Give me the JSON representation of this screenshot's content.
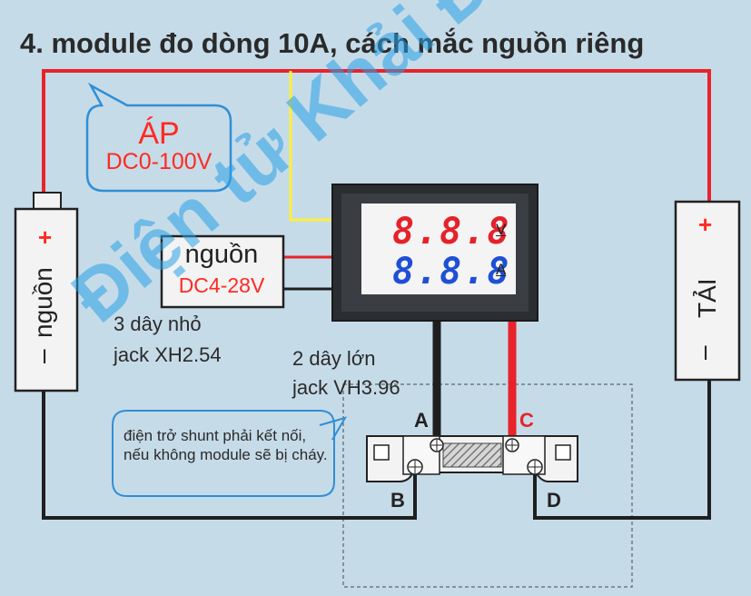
{
  "title": "4. module đo dòng 10A, cách mắc nguồn riêng",
  "voltage_bubble": {
    "label": "ÁP",
    "range": "DC0-100V"
  },
  "psu": {
    "label": "nguồn",
    "range": "DC4-28V"
  },
  "battery": {
    "label": "nguồn",
    "plus": "+",
    "minus": "I"
  },
  "load": {
    "label": "TẢI",
    "plus": "+",
    "minus": "I"
  },
  "meter": {
    "voltage_reading": "8.8.8",
    "current_reading": "8.8.8",
    "voltage_unit": "V",
    "current_unit": "A"
  },
  "notes": {
    "small_wires_line1": "3 dây nhỏ",
    "small_wires_line2": "jack XH2.54",
    "large_wires_line1": "2 dây lớn",
    "large_wires_line2": "jack VH3.96"
  },
  "shunt_warning": "điện trở shunt phải kết nối, nếu không module sẽ bị cháy.",
  "terminals": {
    "a": "A",
    "b": "B",
    "c": "C",
    "d": "D"
  },
  "watermark": "Điện tử Khải Định",
  "colors": {
    "red_wire": "#e8232a",
    "black_wire": "#1f1f1f",
    "yellow_wire": "#ffef3a",
    "bubble_border": "#2f8fd6",
    "accent_red": "#ff2a22",
    "watermark": "#28a0e6"
  }
}
